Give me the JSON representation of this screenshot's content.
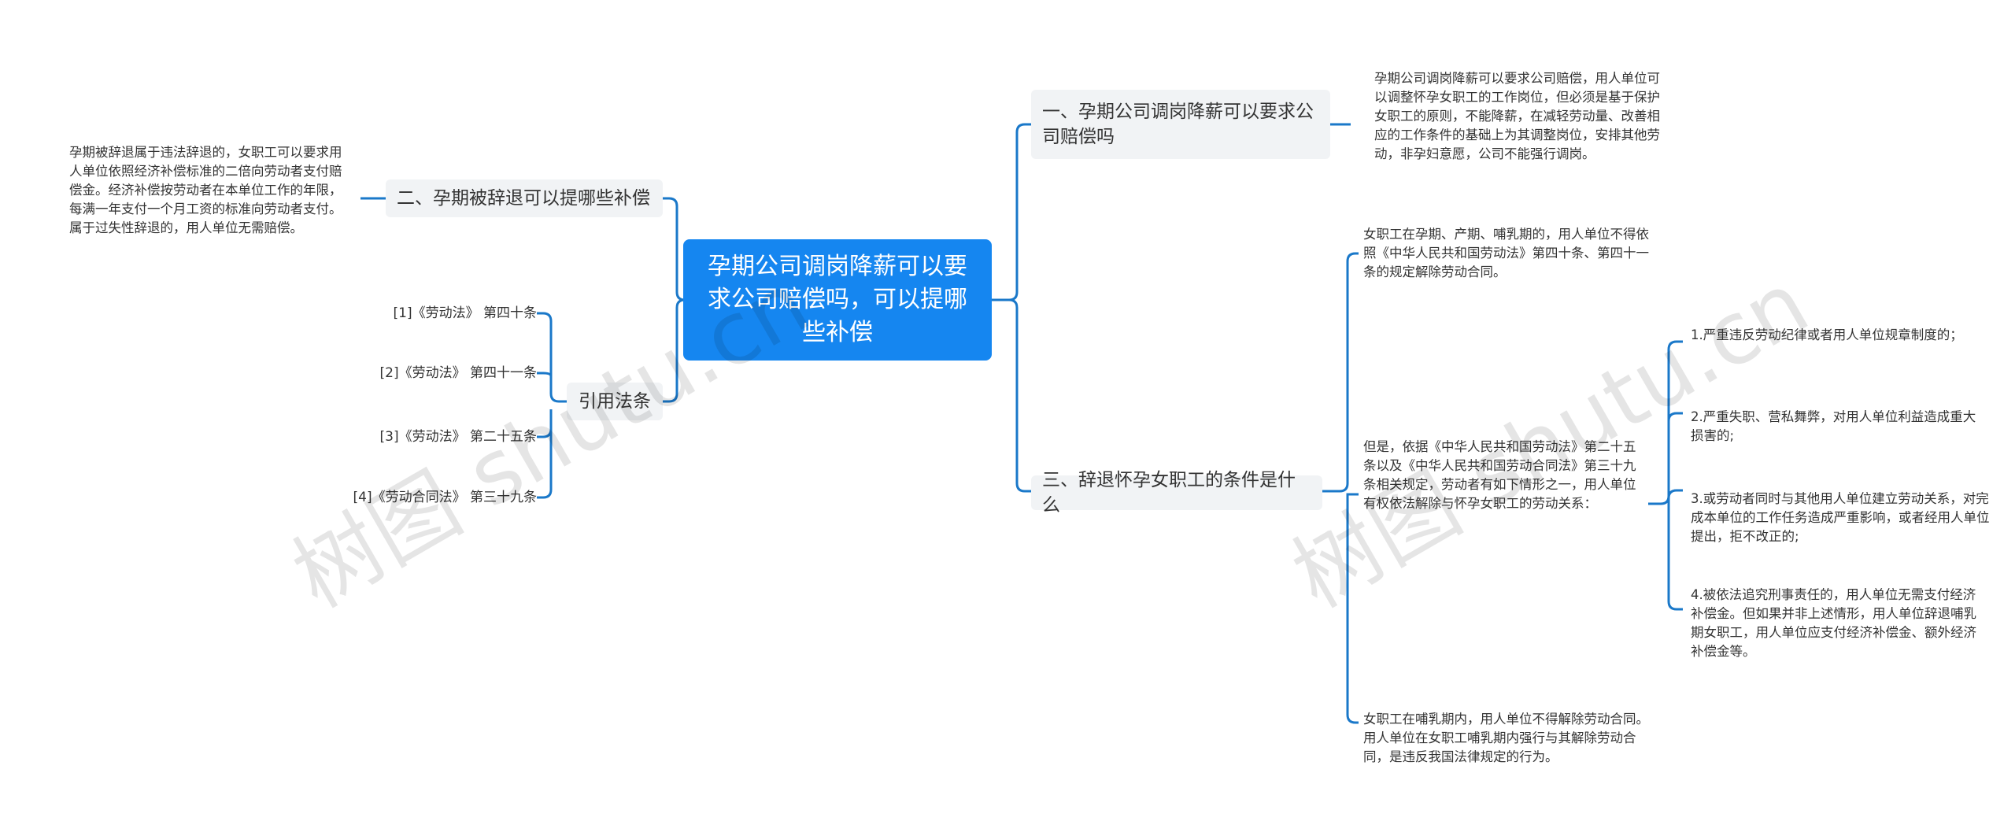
{
  "root": {
    "title": "孕期公司调岗降薪可以要求公司赔偿吗，可以提哪些补偿"
  },
  "right": {
    "b1": {
      "label": "一、孕期公司调岗降薪可以要求公司赔偿吗",
      "detail": "孕期公司调岗降薪可以要求公司赔偿，用人单位可以调整怀孕女职工的工作岗位，但必须是基于保护女职工的原则，不能降薪，在减轻劳动量、改善相应的工作条件的基础上为其调整岗位，安排其他劳动，非孕妇意愿，公司不能强行调岗。"
    },
    "b3": {
      "label": "三、辞退怀孕女职工的条件是什么",
      "t1": "女职工在孕期、产期、哺乳期的，用人单位不得依照《中华人民共和国劳动法》第四十条、第四十一条的规定解除劳动合同。",
      "t2": "但是，依据《中华人民共和国劳动法》第二十五条以及《中华人民共和国劳动合同法》第三十九条相关规定，劳动者有如下情形之一，用人单位有权依法解除与怀孕女职工的劳动关系：",
      "t3": "女职工在哺乳期内，用人单位不得解除劳动合同。用人单位在女职工哺乳期内强行与其解除劳动合同，是违反我国法律规定的行为。",
      "items": [
        "1.严重违反劳动纪律或者用人单位规章制度的；",
        "2.严重失职、营私舞弊，对用人单位利益造成重大损害的;",
        "3.或劳动者同时与其他用人单位建立劳动关系，对完成本单位的工作任务造成严重影响，或者经用人单位提出，拒不改正的;",
        "4.被依法追究刑事责任的，用人单位无需支付经济补偿金。但如果并非上述情形，用人单位辞退哺乳期女职工，用人单位应支付经济补偿金、额外经济补偿金等。"
      ]
    }
  },
  "left": {
    "b2": {
      "label": "二、孕期被辞退可以提哪些补偿",
      "detail": "孕期被辞退属于违法辞退的，女职工可以要求用人单位依照经济补偿标准的二倍向劳动者支付赔偿金。经济补偿按劳动者在本单位工作的年限，每满一年支付一个月工资的标准向劳动者支付。属于过失性辞退的，用人单位无需赔偿。"
    },
    "refs": {
      "label": "引用法条",
      "items": [
        "[1]《劳动法》 第四十条",
        "[2]《劳动法》 第四十一条",
        "[3]《劳动法》 第二十五条",
        "[4]《劳动合同法》 第三十九条"
      ]
    }
  },
  "watermark": [
    "树图 shutu.cn",
    "树图 shutu.cn"
  ]
}
